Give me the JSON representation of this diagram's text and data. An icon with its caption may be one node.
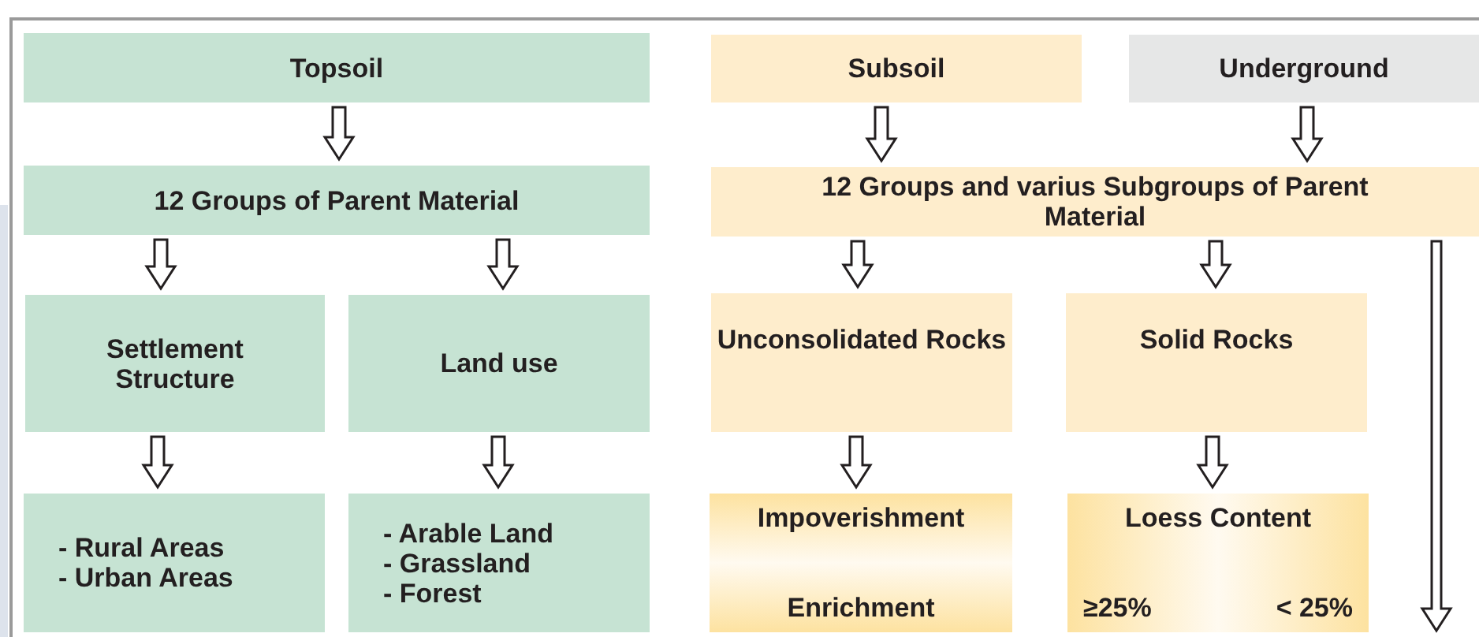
{
  "diagram": {
    "nodes": [
      {
        "text": [
          "Topsoil"
        ]
      },
      {
        "text": [
          "Subsoil"
        ]
      },
      {
        "text": [
          "Underground"
        ]
      },
      {
        "text": [
          "12 Groups of Parent Material"
        ]
      },
      {
        "text": [
          "12 Groups and varius Subgroups of Parent Material"
        ]
      },
      {
        "text": [
          "Settlement Structure"
        ]
      },
      {
        "text": [
          "Land use"
        ]
      },
      {
        "text": [
          "Unconsolidated Rocks"
        ]
      },
      {
        "text": [
          "Solid Rocks"
        ]
      },
      {
        "text": [
          "- Rural Areas",
          "- Urban Areas"
        ]
      },
      {
        "text": [
          "- Arable Land",
          "- Grassland",
          "- Forest"
        ]
      },
      {
        "text": [
          "Impoverishment",
          "Enrichment"
        ]
      },
      {
        "text": [
          "Loess Content",
          "≥25%",
          "< 25%"
        ]
      }
    ],
    "edges": [
      {
        "from": 0,
        "to": 3,
        "arrow": "to"
      },
      {
        "from": 1,
        "to": 4,
        "arrow": "to"
      },
      {
        "from": 2,
        "to": 4,
        "arrow": "to"
      },
      {
        "from": 3,
        "to": 5,
        "arrow": "to"
      },
      {
        "from": 3,
        "to": 6,
        "arrow": "to"
      },
      {
        "from": 4,
        "to": 7,
        "arrow": "to"
      },
      {
        "from": 4,
        "to": 8,
        "arrow": "to"
      },
      {
        "from": 5,
        "to": 9,
        "arrow": "to"
      },
      {
        "from": 6,
        "to": 10,
        "arrow": "to"
      },
      {
        "from": 7,
        "to": 11,
        "arrow": "to"
      },
      {
        "from": 8,
        "to": 12,
        "arrow": "to"
      },
      {
        "from": 4,
        "to": null,
        "arrow": "to"
      }
    ]
  }
}
